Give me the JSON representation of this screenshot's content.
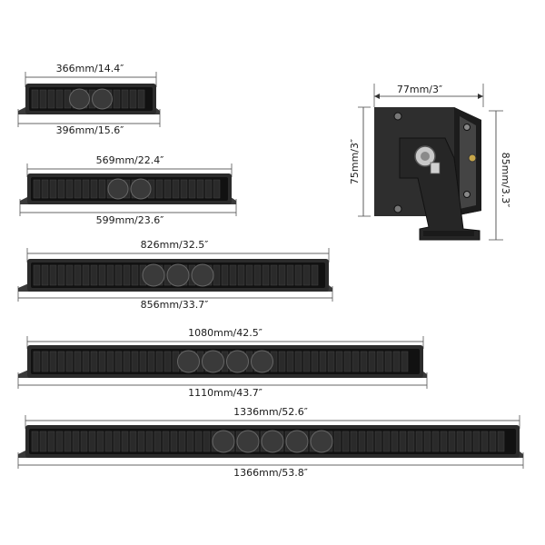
{
  "bars": [
    {
      "inner_label": "366mm/14.4″",
      "outer_label": "396mm/15.6″"
    },
    {
      "inner_label": "569mm/22.4″",
      "outer_label": "599mm/23.6″"
    },
    {
      "inner_label": "826mm/32.5″",
      "outer_label": "856mm/33.7″"
    },
    {
      "inner_label": "1080mm/42.5″",
      "outer_label": "1110mm/43.7″"
    },
    {
      "inner_label": "1336mm/52.6″",
      "outer_label": "1366mm/53.8″"
    }
  ],
  "side_view": {
    "width_label": "77mm/3″",
    "height_label": "75mm/3″",
    "total_height_label": "85mm/3.3″"
  },
  "colors": {
    "bar_body": "#2b2b2b",
    "bar_face": "#111111",
    "lens": "#3a3a3a",
    "line": "#333333"
  }
}
